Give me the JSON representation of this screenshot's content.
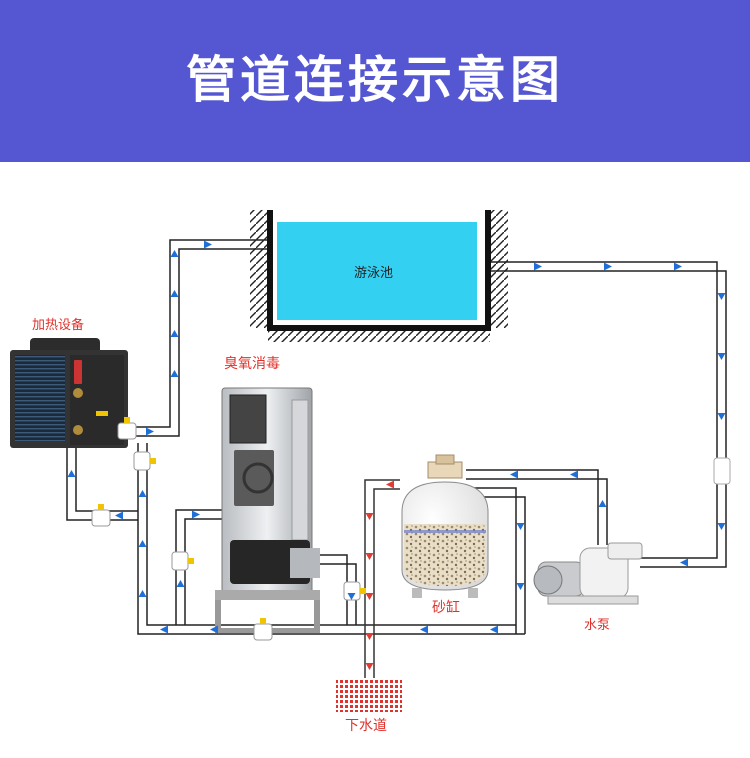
{
  "title": "管道连接示意图",
  "labels": {
    "pool": "游泳池",
    "heater": "加热设备",
    "ozone": "臭氧消毒",
    "sand_filter": "砂缸",
    "pump": "水泵",
    "drain": "下水道"
  },
  "colors": {
    "banner": "#5457d1",
    "pool_water": "#33d0f2",
    "flow_arrow": "#1f6fd6",
    "drain_arrow": "#e23b32",
    "label_red": "#e0322c"
  }
}
